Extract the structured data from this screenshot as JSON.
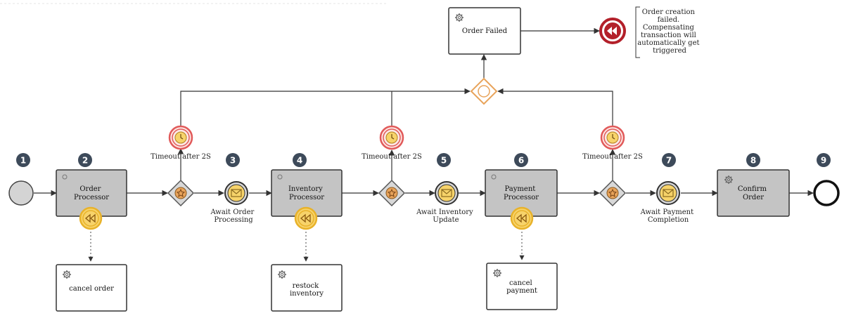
{
  "colors": {
    "badge": "#3d4a5a",
    "task_fill": "#c4c4c4",
    "timer_ring": "#e15a5a",
    "timer_fill": "#f7d36a",
    "gateway": "#e8a35a",
    "compensate": "#f0c23a",
    "end_fail": "#b3202a",
    "line": "#333333"
  },
  "steps": [
    "1",
    "2",
    "3",
    "4",
    "5",
    "6",
    "7",
    "8",
    "9"
  ],
  "tasks": {
    "order_processor": [
      "Order",
      "Processor"
    ],
    "inventory_processor": [
      "Inventory",
      "Processor"
    ],
    "payment_processor": [
      "Payment",
      "Processor"
    ],
    "confirm_order": [
      "Confirm",
      "Order"
    ],
    "order_failed": [
      "Order Failed"
    ],
    "cancel_order": [
      "cancel order"
    ],
    "restock_inventory": [
      "restock",
      "inventory"
    ],
    "cancel_payment": [
      "cancel",
      "payment"
    ]
  },
  "events": {
    "await_order": [
      "Await Order",
      "Processing"
    ],
    "await_inventory": [
      "Await Inventory",
      "Update"
    ],
    "await_payment": [
      "Await Payment",
      "Completion"
    ],
    "timeout_label": "Timeout after 2S"
  },
  "annotation": [
    "Order creation",
    "failed.",
    "Compensating",
    "transaction will",
    "automatically get",
    "triggered"
  ]
}
